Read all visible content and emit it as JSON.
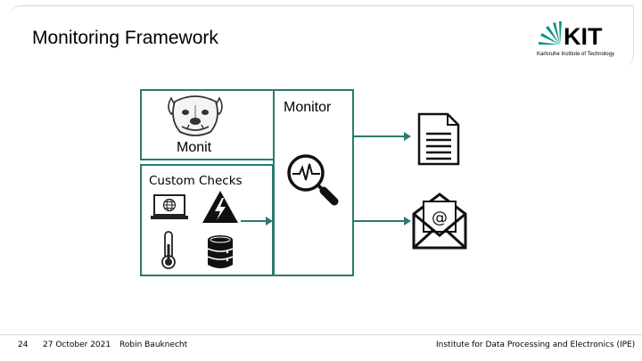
{
  "slide": {
    "title": "Monitoring Framework",
    "logo_text": "KIT",
    "logo_subtitle": "Karlsruhe Institute of Technology"
  },
  "diagram": {
    "monit_label": "Monit",
    "custom_checks_label": "Custom Checks",
    "monitor_label": "Monitor"
  },
  "icons": [
    "bulldog-icon",
    "laptop-globe-icon",
    "high-voltage-icon",
    "thermometer-icon",
    "database-icon",
    "search-pulse-icon",
    "document-icon",
    "email-icon"
  ],
  "colors": {
    "accent": "#2b7a70",
    "logo_green": "#009682"
  },
  "footer": {
    "page_number": "24",
    "date": "27 October 2021",
    "author": "Robin Bauknecht",
    "institute": "Institute for Data Processing and Electronics (IPE)"
  }
}
